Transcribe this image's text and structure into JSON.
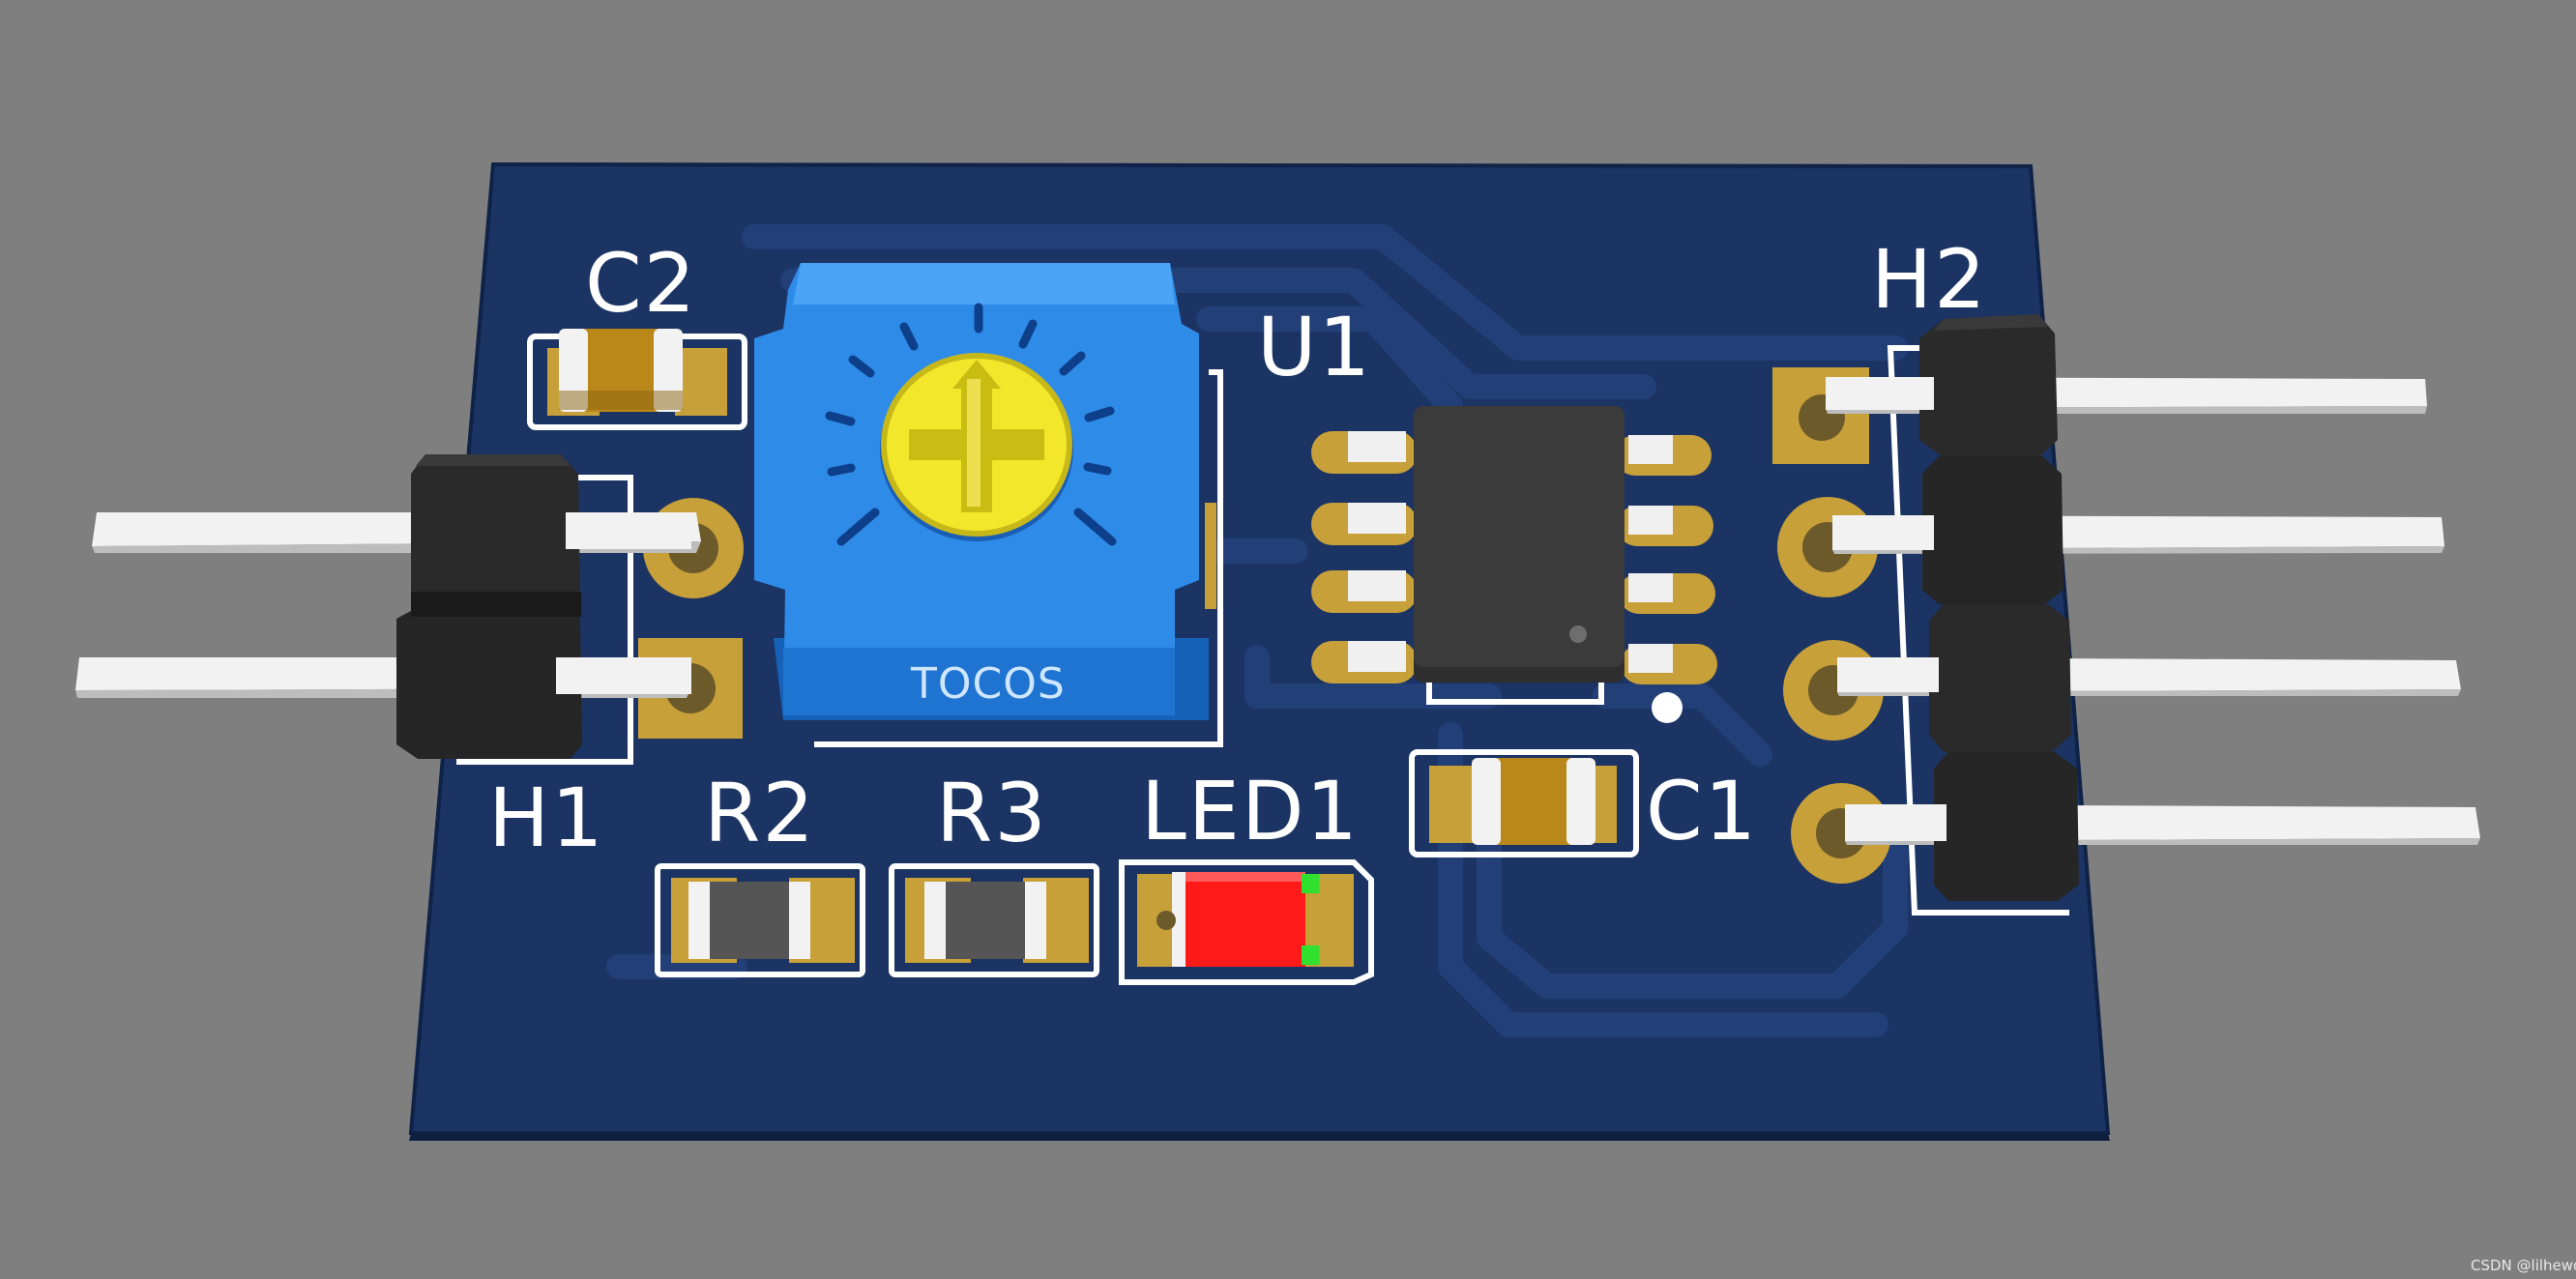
{
  "labels": {
    "c2": "C2",
    "u1": "U1",
    "h2": "H2",
    "h1": "H1",
    "r2": "R2",
    "r3": "R3",
    "led1": "LED1",
    "c1": "C1",
    "pot_brand": "TOCOS"
  },
  "watermark": "CSDN @lilhewo",
  "colors": {
    "background": "#7f7f7f",
    "board": "#1b3463",
    "trace": "#1f3d73",
    "silkscreen": "#ffffff",
    "pad_gold": "#c7a03a",
    "header_plastic": "#2a2a2a",
    "pin": "#f2f2f2",
    "pot_body": "#2e8be8",
    "pot_knob": "#f2e72a",
    "ic_body": "#3b3b3b",
    "led": "#ff1a1a"
  }
}
